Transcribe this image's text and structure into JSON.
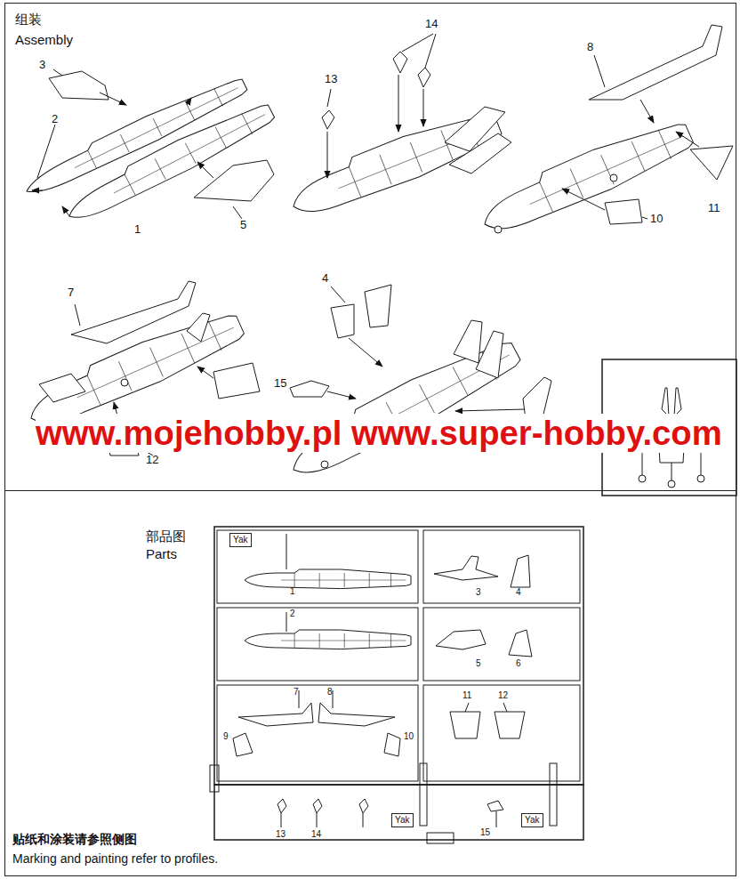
{
  "diagram": {
    "nodes": [
      {
        "text": [
          "组装",
          "Assembly"
        ]
      },
      {
        "text": [
          "部品图",
          "Parts"
        ]
      }
    ],
    "labels": [
      "3",
      "2",
      "1",
      "5",
      "14",
      "13",
      "8",
      "11",
      "10",
      "7",
      "12",
      "4",
      "15",
      "www.mojehobby.pl www.super-hobby.com",
      "Yak",
      "1",
      "2",
      "3",
      "4",
      "5",
      "6",
      "7",
      "8",
      "9",
      "10",
      "11",
      "12",
      "13",
      "14",
      "15",
      "Yak",
      "Yak",
      "贴纸和涂装请参照侧图",
      "Marking and painting refer to profiles."
    ]
  }
}
